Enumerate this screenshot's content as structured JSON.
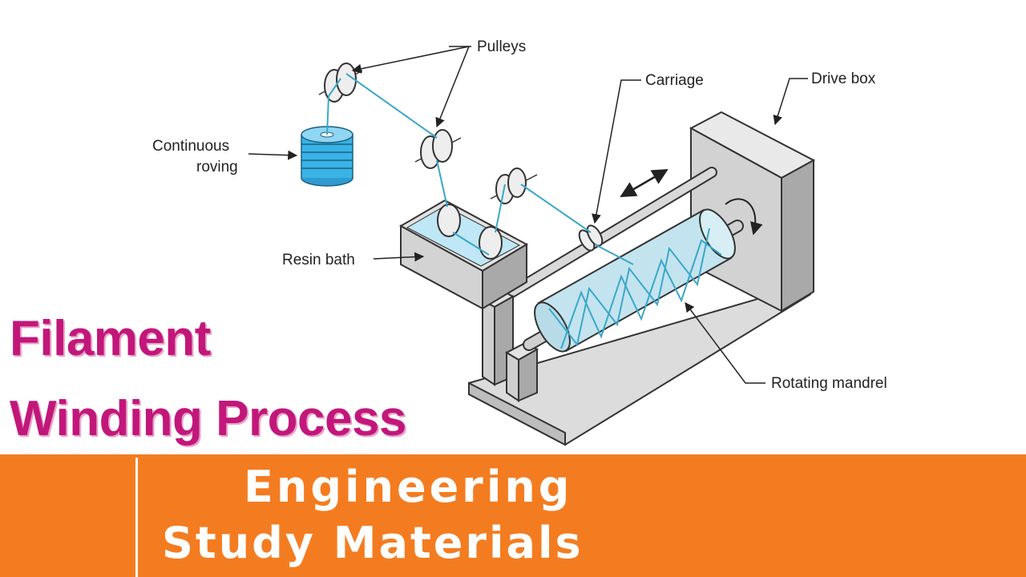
{
  "diagram": {
    "labels": {
      "pulleys": "Pulleys",
      "carriage": "Carriage",
      "drive_box": "Drive box",
      "continuous_roving_1": "Continuous",
      "continuous_roving_2": "roving",
      "resin_bath": "Resin bath",
      "rotating_mandrel": "Rotating mandrel"
    },
    "colors": {
      "fiber": "#3aa7c9",
      "roving_spool": "#39b3e6",
      "resin": "#bfe7f5",
      "mandrel": "#c3e4ef",
      "machine_gray": "#cfcfcf",
      "outline": "#333333"
    }
  },
  "title": {
    "line1": "Filament",
    "line2": "Winding Process",
    "color": "#c2177a"
  },
  "banner": {
    "line1": "Engineering",
    "line2": "Study Materials",
    "background": "#f47c20",
    "text_color": "#ffffff"
  }
}
